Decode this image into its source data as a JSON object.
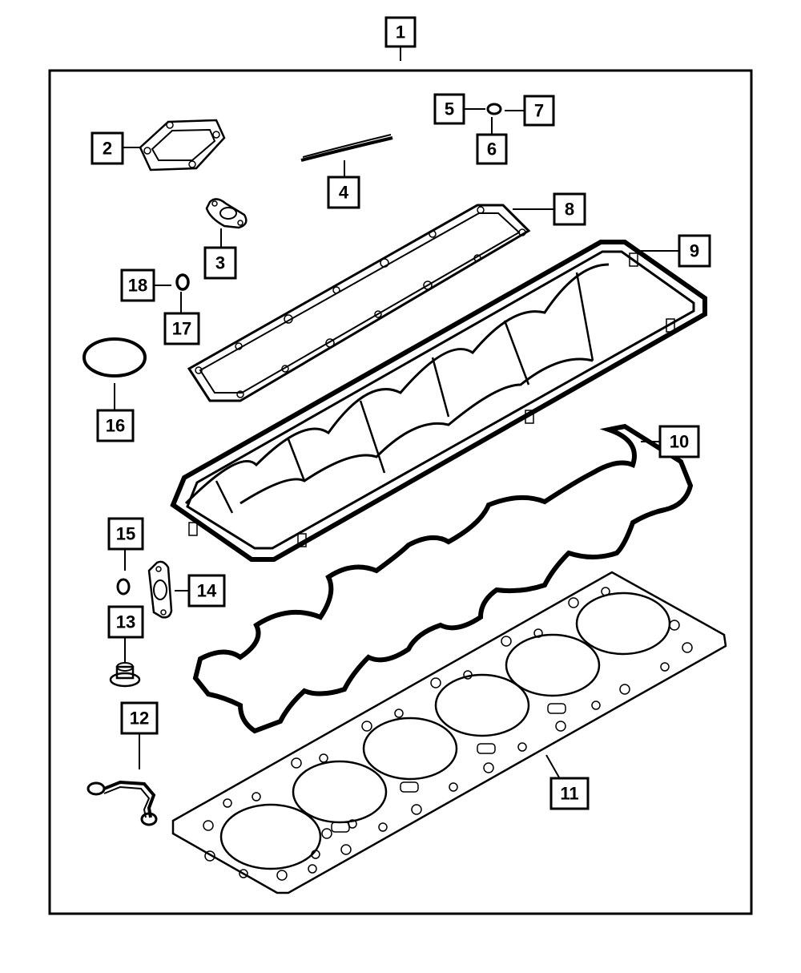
{
  "diagram": {
    "callouts": [
      {
        "id": "1",
        "label": "1"
      },
      {
        "id": "2",
        "label": "2"
      },
      {
        "id": "3",
        "label": "3"
      },
      {
        "id": "4",
        "label": "4"
      },
      {
        "id": "5",
        "label": "5"
      },
      {
        "id": "6",
        "label": "6"
      },
      {
        "id": "7",
        "label": "7"
      },
      {
        "id": "8",
        "label": "8"
      },
      {
        "id": "9",
        "label": "9"
      },
      {
        "id": "10",
        "label": "10"
      },
      {
        "id": "11",
        "label": "11"
      },
      {
        "id": "12",
        "label": "12"
      },
      {
        "id": "13",
        "label": "13"
      },
      {
        "id": "14",
        "label": "14"
      },
      {
        "id": "15",
        "label": "15"
      },
      {
        "id": "16",
        "label": "16"
      },
      {
        "id": "17",
        "label": "17"
      },
      {
        "id": "18",
        "label": "18"
      }
    ]
  }
}
